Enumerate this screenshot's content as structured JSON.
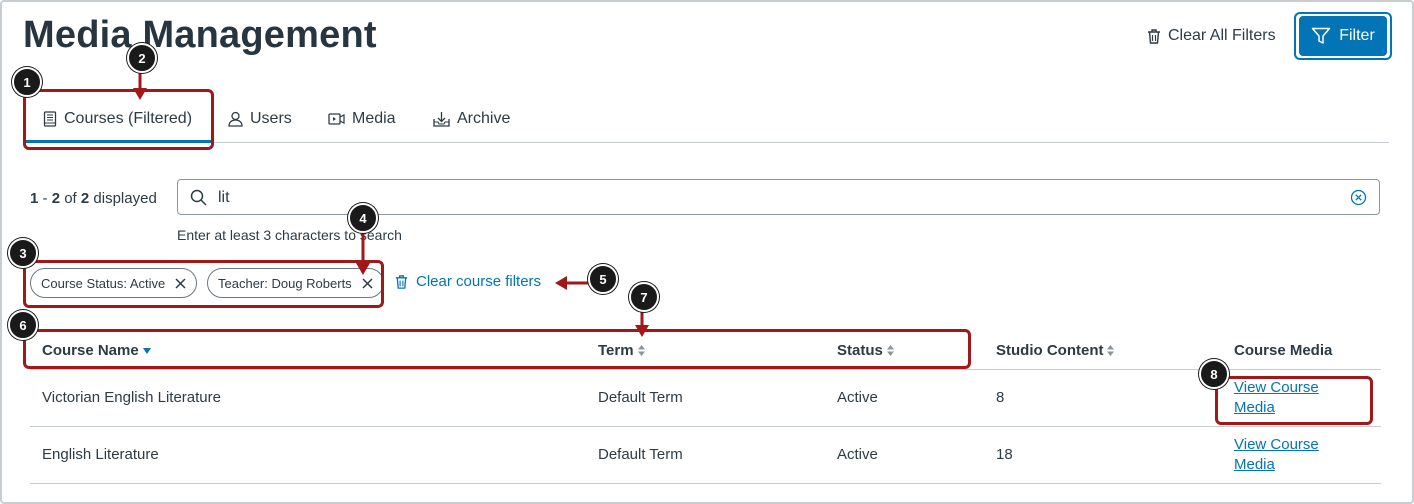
{
  "page": {
    "title": "Media Management"
  },
  "header": {
    "clear_all_label": "Clear All Filters",
    "filter_label": "Filter"
  },
  "tabs": [
    {
      "label": "Courses (Filtered)",
      "icon": "book-icon",
      "active": true
    },
    {
      "label": "Users",
      "icon": "user-icon"
    },
    {
      "label": "Media",
      "icon": "media-icon"
    },
    {
      "label": "Archive",
      "icon": "archive-icon"
    }
  ],
  "results": {
    "from": "1",
    "to": "2",
    "total": "2",
    "displayed_label": "displayed"
  },
  "search": {
    "value": "lit",
    "hint": "Enter at least 3 characters to search"
  },
  "filters": {
    "pills": [
      {
        "label": "Course Status: Active"
      },
      {
        "label": "Teacher: Doug Roberts"
      }
    ],
    "clear_label": "Clear course filters"
  },
  "table": {
    "columns": [
      "Course Name",
      "Term",
      "Status",
      "Studio Content",
      "Course Media"
    ],
    "rows": [
      {
        "name": "Victorian English Literature",
        "term": "Default Term",
        "status": "Active",
        "studio": "8",
        "media_line1": "View Course",
        "media_line2": "Media"
      },
      {
        "name": "English Literature",
        "term": "Default Term",
        "status": "Active",
        "studio": "18",
        "media_line1": "View Course",
        "media_line2": "Media"
      }
    ]
  },
  "annotations": {
    "callouts": [
      "1",
      "2",
      "3",
      "4",
      "5",
      "6",
      "7",
      "8"
    ],
    "color": "#a01818"
  },
  "colors": {
    "accent": "#0374b5",
    "text": "#2d3b45",
    "annotation": "#a01818"
  }
}
